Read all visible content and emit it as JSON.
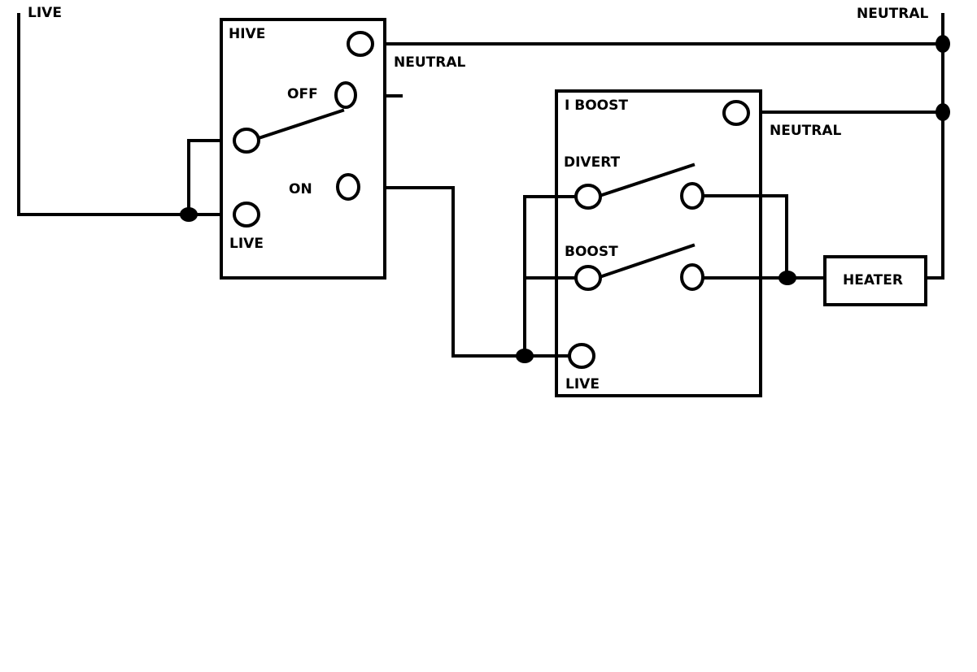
{
  "labels": {
    "supply_live": "LIVE",
    "supply_neutral": "NEUTRAL",
    "hive_title": "HIVE",
    "hive_neutral": "NEUTRAL",
    "hive_off": "OFF",
    "hive_on": "ON",
    "hive_live": "LIVE",
    "iboost_title": "I BOOST",
    "iboost_neutral": "NEUTRAL",
    "iboost_divert": "DIVERT",
    "iboost_boost": "BOOST",
    "iboost_live": "LIVE",
    "heater": "HEATER"
  },
  "colors": {
    "line": "#000000",
    "background": "#ffffff"
  }
}
